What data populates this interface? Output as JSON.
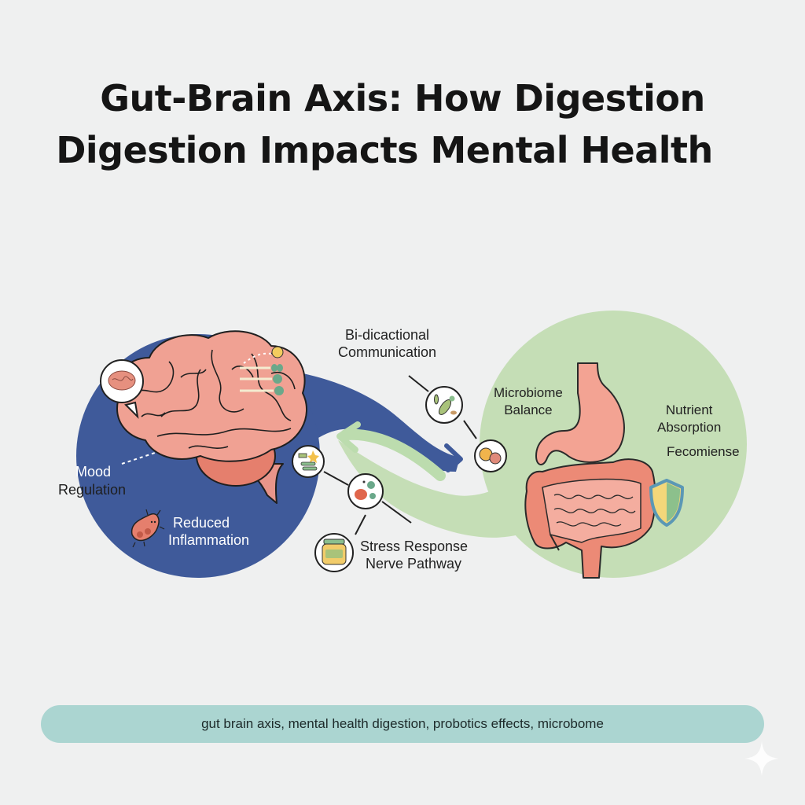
{
  "title": {
    "line1": "Gut-Brain Axis: How Digestion",
    "line2": "Digestion Impacts Mental Health"
  },
  "brain_panel": {
    "color": "#3f5a9a",
    "labels": {
      "mood_line1": "Mood",
      "mood_line2": "Regulation",
      "inflammation_line1": "Reduced",
      "inflammation_line2": "Inflammation"
    }
  },
  "connector": {
    "label_line1": "Bi-dicactional",
    "label_line2": "Communication",
    "stress_line1": "Stress Response",
    "stress_line2": "Nerve Pathway",
    "blue_arrow_color": "#3f5a9a",
    "green_arrow_color": "#bcdcae"
  },
  "gut_panel": {
    "color": "#c5deb6",
    "labels": {
      "microbiome_line1": "Microbiome",
      "microbiome_line2": "Balance",
      "nutrient_line1": "Nutrient",
      "nutrient_line2": "Absorption",
      "extra": "Fecomiense"
    }
  },
  "tags_bar": {
    "text": "gut brain axis, mental health digestion, probotics effects, microbome",
    "color": "#abd5d1"
  },
  "icons": [
    "brain-speech-bubble-icon",
    "neuron-receptor-icon",
    "bacteria-character-icon",
    "microbes-magnifier-icon",
    "bacteria-cells-icon",
    "probiotic-food-icon",
    "cells-circle-icon",
    "probiotic-jar-icon",
    "shield-icon",
    "sparkle-icon"
  ]
}
